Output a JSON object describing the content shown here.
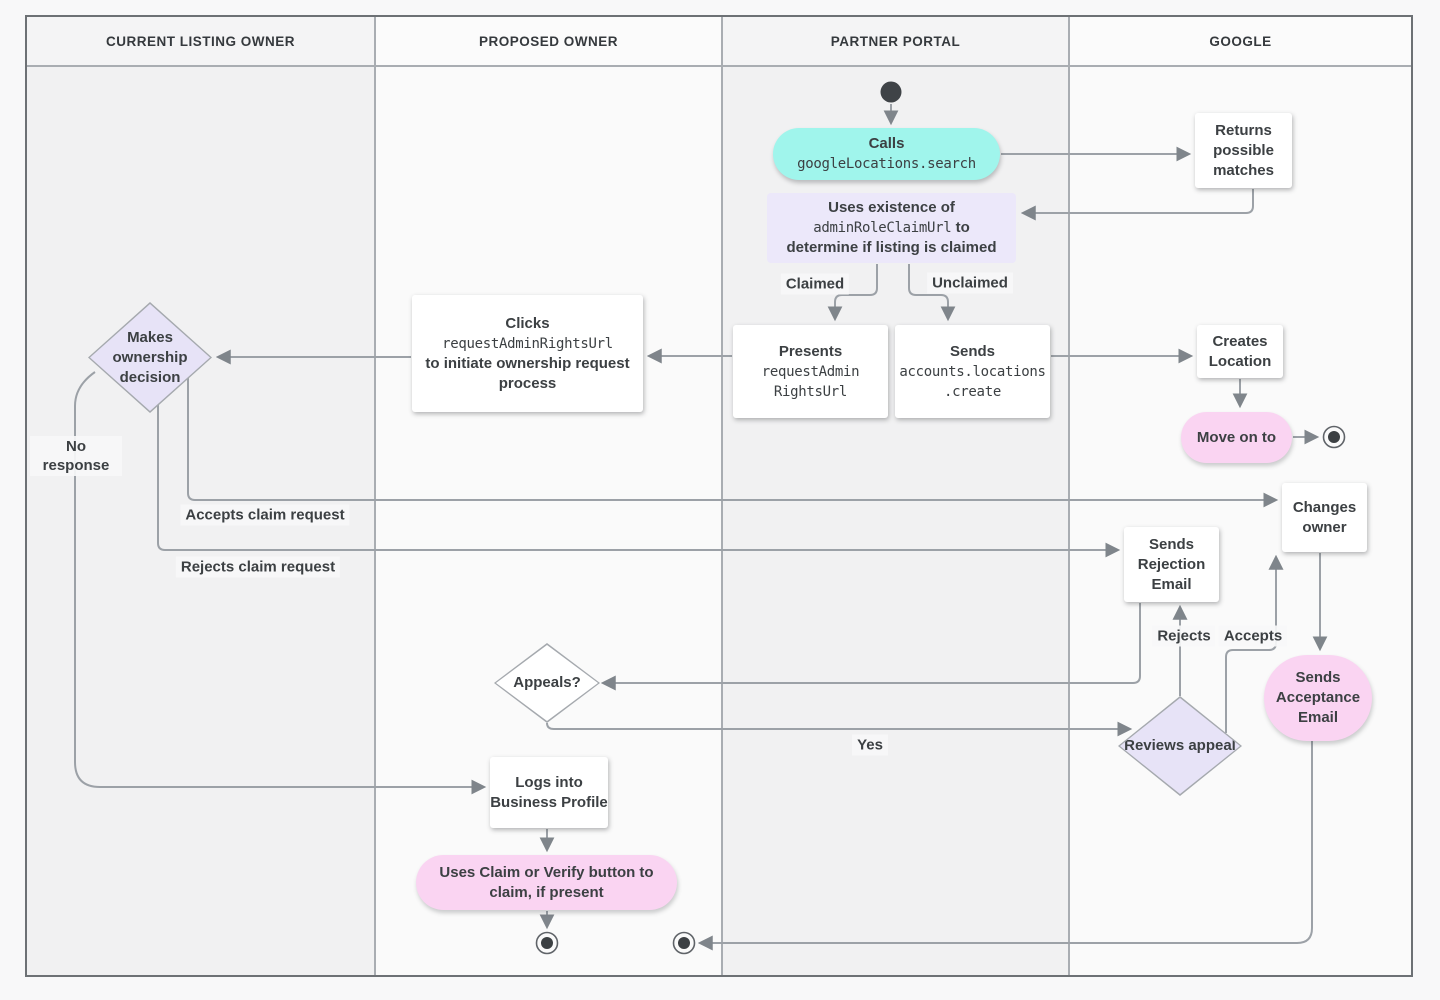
{
  "lanes": [
    {
      "label": "CURRENT LISTING OWNER"
    },
    {
      "label": "PROPOSED OWNER"
    },
    {
      "label": "PARTNER PORTAL"
    },
    {
      "label": "GOOGLE"
    }
  ],
  "nodes": {
    "calls": {
      "bold": "Calls",
      "code": "googleLocations.search"
    },
    "returns_matches": {
      "text": "Returns possible matches"
    },
    "uses_existence": {
      "bold1": "Uses existence of",
      "code": "adminRoleClaimUrl",
      "bold2": "to",
      "bold3": "determine if listing is claimed"
    },
    "presents": {
      "bold": "Presents",
      "code_lines": [
        "requestAdmin",
        "RightsUrl"
      ]
    },
    "sends_create": {
      "bold": "Sends",
      "code_lines": [
        "accounts.locations",
        ".create"
      ]
    },
    "clicks": {
      "bold1": "Clicks",
      "code": "requestAdminRightsUrl",
      "bold2": "to initiate ownership request process"
    },
    "makes_decision": {
      "text": "Makes ownership decision"
    },
    "creates_location": {
      "text": "Creates Location"
    },
    "move_on": {
      "text": "Move on to"
    },
    "changes_owner": {
      "text": "Changes owner"
    },
    "sends_rejection": {
      "text": "Sends Rejection Email"
    },
    "appeals": {
      "text": "Appeals?"
    },
    "reviews_appeal": {
      "text": "Reviews appeal"
    },
    "sends_acceptance": {
      "text": "Sends Acceptance Email"
    },
    "logs_in": {
      "text": "Logs into Business Profile"
    },
    "uses_claim": {
      "text": "Uses Claim or Verify button to claim, if present"
    }
  },
  "edge_labels": {
    "claimed": "Claimed",
    "unclaimed": "Unclaimed",
    "no_response": "No response",
    "accepts_claim": "Accepts claim request",
    "rejects_claim": "Rejects claim request",
    "rejects": "Rejects",
    "accepts": "Accepts",
    "yes": "Yes"
  },
  "colors": {
    "action_cyan": "#a0f5ec",
    "action_pink": "#fad4f2",
    "note_lavender": "#ece8fa",
    "decision_lavender": "#e7e3f7",
    "node_white": "#ffffff",
    "connector_gray": "#9ca1a7",
    "text_dark": "#3c4043"
  }
}
